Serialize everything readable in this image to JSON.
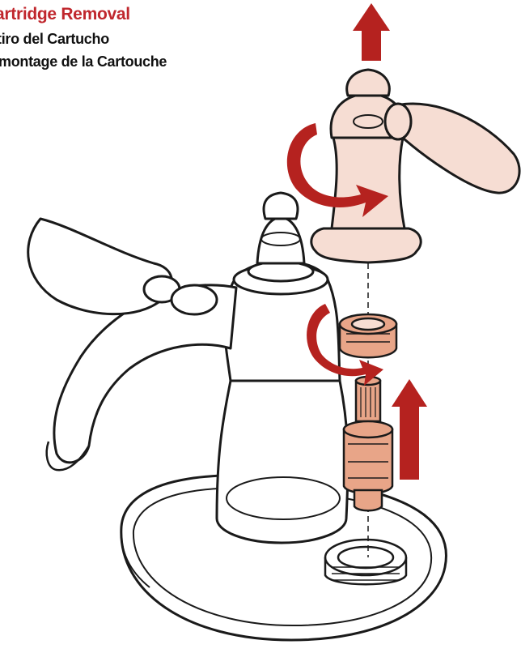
{
  "titles": {
    "english": "artridge Removal",
    "spanish": "tiro del Cartucho",
    "french": "montage de la Cartouche"
  },
  "colors": {
    "accent_red": "#c0272d",
    "arrow_red": "#b5221f",
    "part_highlight": "#f6ddd3",
    "part_copper": "#e8a588",
    "outline": "#1a1a1a"
  },
  "parts": [
    {
      "name": "handle",
      "highlighted": true
    },
    {
      "name": "bonnet-nut",
      "highlighted": true
    },
    {
      "name": "cartridge",
      "highlighted": true
    },
    {
      "name": "faucet-body",
      "highlighted": false
    },
    {
      "name": "deck-plate",
      "highlighted": false
    }
  ],
  "actions": [
    {
      "icon": "up-arrow-icon",
      "meaning": "lift handle"
    },
    {
      "icon": "curved-arrow-icon",
      "meaning": "rotate handle"
    },
    {
      "icon": "curved-arrow-icon",
      "meaning": "unscrew bonnet nut"
    },
    {
      "icon": "up-arrow-icon",
      "meaning": "pull cartridge"
    }
  ]
}
